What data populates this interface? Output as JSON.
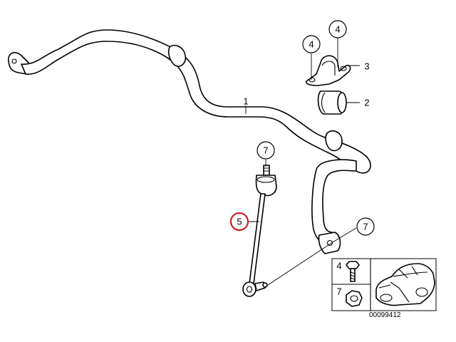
{
  "callouts": {
    "c1": "1",
    "c2": "2",
    "c3": "3",
    "c4a": "4",
    "c4b": "4",
    "c5": "5",
    "c7a": "7",
    "c7b": "7"
  },
  "legend": {
    "bolt_label": "4",
    "nut_label": "7"
  },
  "doc_number": "00099412",
  "colors": {
    "highlight": "#d01010",
    "line": "#000000"
  }
}
